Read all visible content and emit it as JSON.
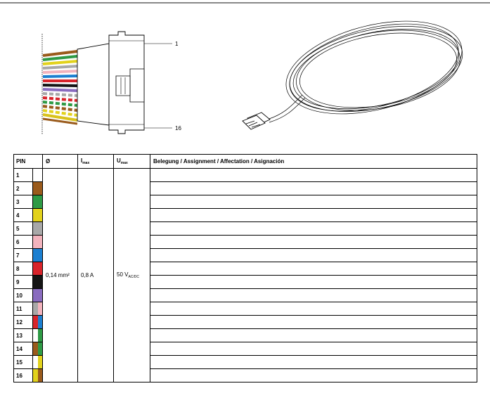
{
  "connector": {
    "pin_first_label": "1",
    "pin_last_label": "16"
  },
  "table": {
    "headers": {
      "pin": "PIN",
      "diameter": "Ø",
      "current_base": "I",
      "current_sub": "max",
      "voltage_base": "U",
      "voltage_sub": "max",
      "assignment": "Belegung / Assignment / Affectation / Asignación"
    },
    "spec": {
      "cross_section": "0,14 mm²",
      "current": "0,8 A",
      "voltage_base": "50 V",
      "voltage_sub": "AC/DC"
    },
    "rows": [
      {
        "pin": "1",
        "colors": [
          "#ffffff"
        ]
      },
      {
        "pin": "2",
        "colors": [
          "#9a5b1c"
        ]
      },
      {
        "pin": "3",
        "colors": [
          "#2e9a45"
        ]
      },
      {
        "pin": "4",
        "colors": [
          "#e2d21c"
        ]
      },
      {
        "pin": "5",
        "colors": [
          "#a8a8a8"
        ]
      },
      {
        "pin": "6",
        "colors": [
          "#f2b3bd"
        ]
      },
      {
        "pin": "7",
        "colors": [
          "#1c7fd0"
        ]
      },
      {
        "pin": "8",
        "colors": [
          "#d8242b"
        ]
      },
      {
        "pin": "9",
        "colors": [
          "#151515"
        ]
      },
      {
        "pin": "10",
        "colors": [
          "#8a6cbf"
        ]
      },
      {
        "pin": "11",
        "colors": [
          "#a8a8a8",
          "#f2b3bd"
        ]
      },
      {
        "pin": "12",
        "colors": [
          "#d8242b",
          "#1c7fd0"
        ]
      },
      {
        "pin": "13",
        "colors": [
          "#ffffff",
          "#2e9a45"
        ]
      },
      {
        "pin": "14",
        "colors": [
          "#9a5b1c",
          "#2e9a45"
        ]
      },
      {
        "pin": "15",
        "colors": [
          "#ffffff",
          "#e2d21c"
        ]
      },
      {
        "pin": "16",
        "colors": [
          "#e2d21c",
          "#9a5b1c"
        ]
      }
    ]
  }
}
